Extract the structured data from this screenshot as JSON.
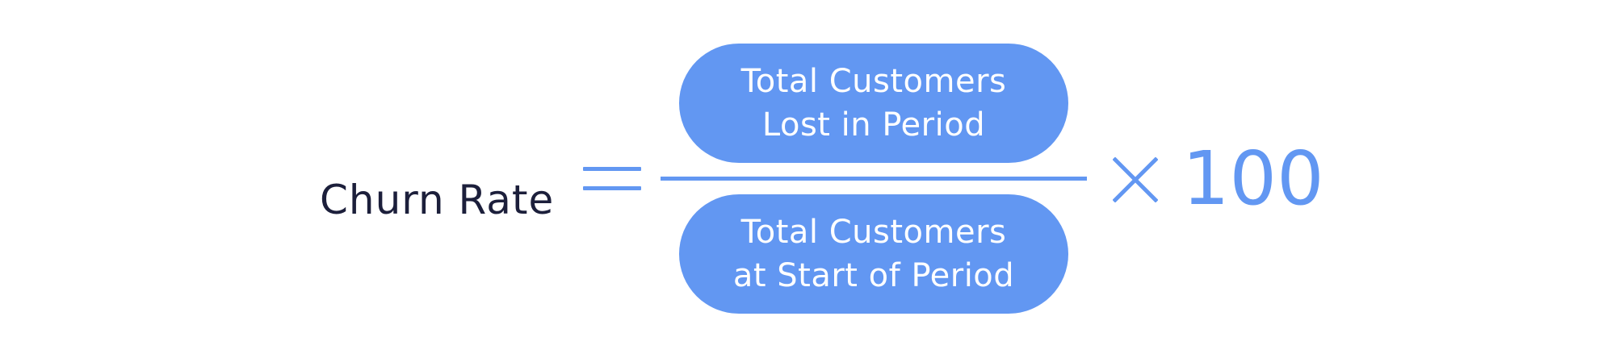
{
  "formula": {
    "lhs": "Churn Rate",
    "operator_equals": "equals-sign",
    "numerator": {
      "line1": "Total Customers",
      "line2": "Lost in Period"
    },
    "denominator": {
      "line1": "Total Customers",
      "line2": "at Start of Period"
    },
    "operator_times": "times-sign",
    "multiplier": "100"
  },
  "colors": {
    "accent": "#6297f2",
    "text_dark": "#1c1f3b",
    "pill_text": "#ffffff",
    "background": "#ffffff"
  }
}
